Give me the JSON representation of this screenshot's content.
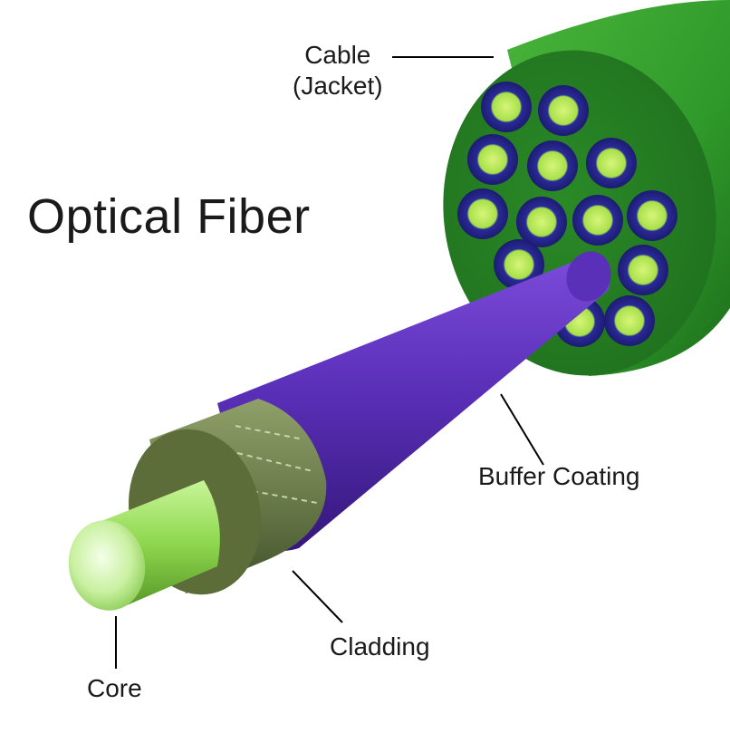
{
  "title": "Optical Fiber",
  "labels": {
    "cable_line1": "Cable",
    "cable_line2": "(Jacket)",
    "buffer_coating": "Buffer Coating",
    "cladding": "Cladding",
    "core": "Core"
  },
  "colors": {
    "jacket": "#2f9a2a",
    "jacket_dark": "#1d6e1b",
    "jacket_face": "#2e8f2a",
    "buffer": "#5a2fb8",
    "buffer_dark": "#3a1a86",
    "cladding": "#6a7b4a",
    "cladding_dark": "#4b5a30",
    "core": "#9ae05a",
    "core_light": "#e6ffd0",
    "inner_fiber_ring": "#2a2a9a",
    "inner_fiber_core": "#a8e04a",
    "leader_line": "#000000"
  }
}
